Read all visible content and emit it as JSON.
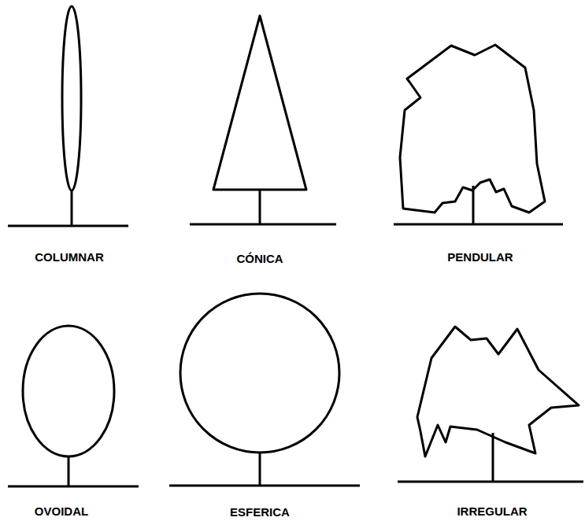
{
  "diagram": {
    "labels": [
      "COLUMNAR",
      "CÓNICA",
      "PENDULAR",
      "OVOIDAL",
      "ESFERICA",
      "IRREGULAR"
    ]
  }
}
